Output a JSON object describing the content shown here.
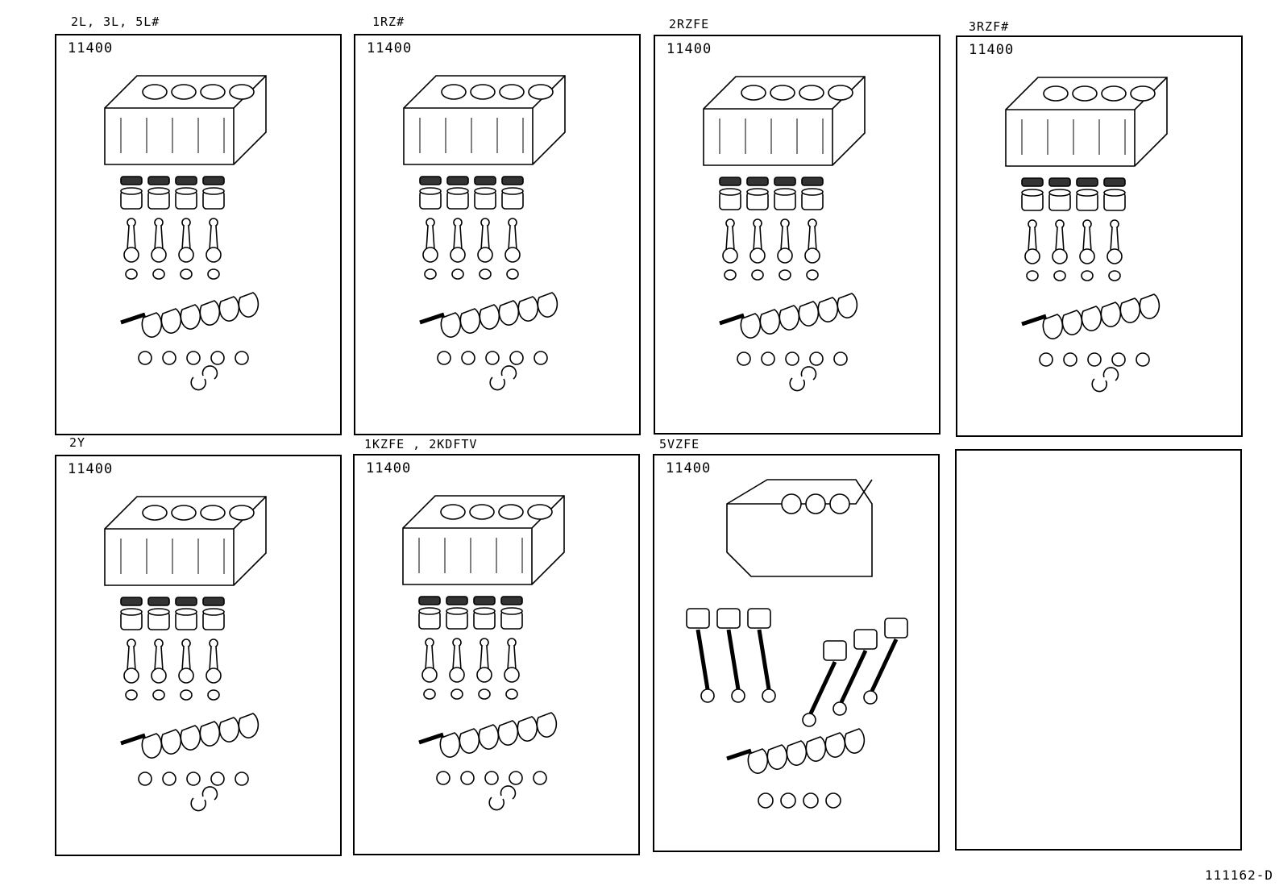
{
  "panels": [
    {
      "engine_label": "2L, 3L, 5L#",
      "part_number": "11400"
    },
    {
      "engine_label": "1RZ#",
      "part_number": "11400"
    },
    {
      "engine_label": "2RZFE",
      "part_number": "11400"
    },
    {
      "engine_label": "3RZF#",
      "part_number": "11400"
    },
    {
      "engine_label": "2Y",
      "part_number": "11400"
    },
    {
      "engine_label": "1KZFE , 2KDFTV",
      "part_number": "11400"
    },
    {
      "engine_label": "5VZFE",
      "part_number": "11400"
    },
    {
      "engine_label": "",
      "part_number": ""
    }
  ],
  "illustration_code": "111162-D"
}
